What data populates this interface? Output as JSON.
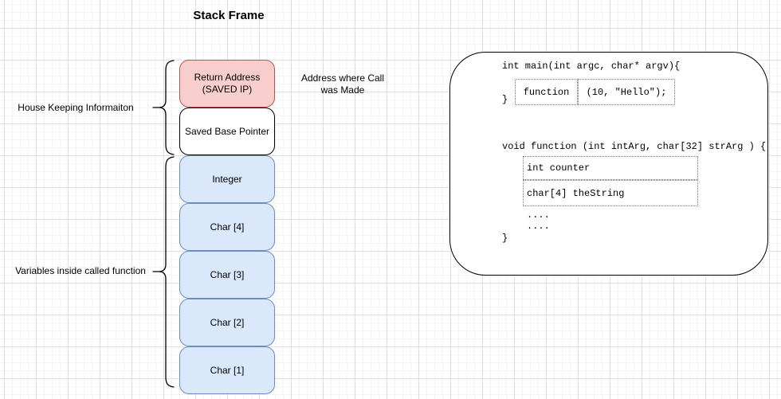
{
  "title": "Stack Frame",
  "annotations": {
    "house_keeping_label": "House Keeping Informaiton",
    "variables_label": "Variables inside called function",
    "address_note": "Address where Call\nwas Made"
  },
  "stack": {
    "boxes": [
      {
        "label": "Return Address\n(SAVED IP)",
        "fill": "#f8cecc",
        "stroke": "#b85450"
      },
      {
        "label": "Saved Base Pointer",
        "fill": "#ffffff",
        "stroke": "#000000"
      },
      {
        "label": "Integer",
        "fill": "#dae8fc",
        "stroke": "#6c8ebf"
      },
      {
        "label": "Char [4]",
        "fill": "#dae8fc",
        "stroke": "#6c8ebf"
      },
      {
        "label": "Char [3]",
        "fill": "#dae8fc",
        "stroke": "#6c8ebf"
      },
      {
        "label": "Char [2]",
        "fill": "#dae8fc",
        "stroke": "#6c8ebf"
      },
      {
        "label": "Char [1]",
        "fill": "#dae8fc",
        "stroke": "#6c8ebf"
      }
    ]
  },
  "code": {
    "main_signature": "int main(int argc, char* argv){",
    "call_name": "function",
    "call_args": "(10, \"Hello\");",
    "main_close_brace": "}",
    "function_signature": "void function (int intArg, char[32] strArg ) {",
    "local_var_int": "int counter",
    "local_var_char": "char[4] theString",
    "ellipsis_1": "....",
    "ellipsis_2": "....",
    "function_close_brace": "}"
  },
  "colors": {
    "grid_major": "#e0e0e0",
    "grid_minor": "#f4f4f4",
    "return_address_fill": "#f8cecc",
    "return_address_stroke": "#b85450",
    "variable_fill": "#dae8fc",
    "variable_stroke": "#6c8ebf",
    "outline": "#000000"
  }
}
